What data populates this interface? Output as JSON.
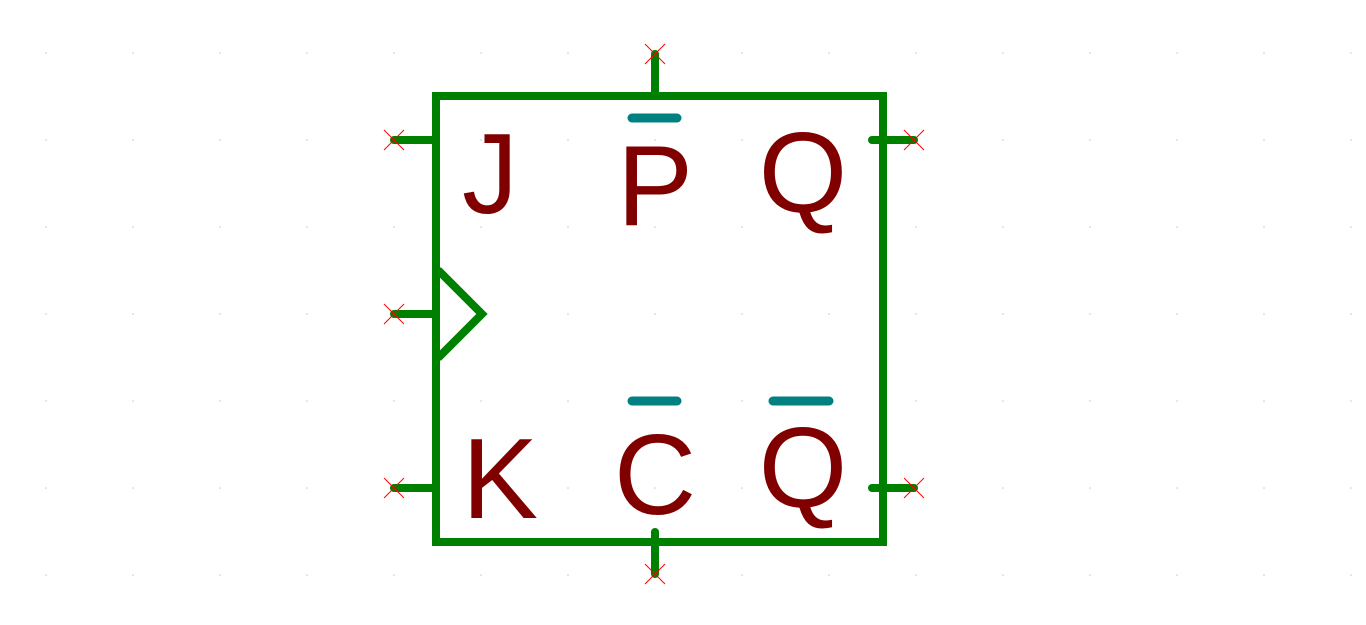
{
  "colors": {
    "background": "#ffffff",
    "body_stroke": "#008000",
    "pin_stroke": "#008000",
    "pin_text": "#800000",
    "inversion_bar": "#008080",
    "connection_marker": "#ff0000",
    "grid_dot": "#c8c8c8"
  },
  "symbol": {
    "pins": {
      "j": {
        "label": "J",
        "inverted": false
      },
      "k": {
        "label": "K",
        "inverted": false
      },
      "clock": {
        "label": "",
        "inverted": false
      },
      "preset": {
        "label": "P",
        "inverted": true
      },
      "clear": {
        "label": "C",
        "inverted": true
      },
      "q": {
        "label": "Q",
        "inverted": false
      },
      "q_bar": {
        "label": "Q",
        "inverted": true
      }
    }
  }
}
